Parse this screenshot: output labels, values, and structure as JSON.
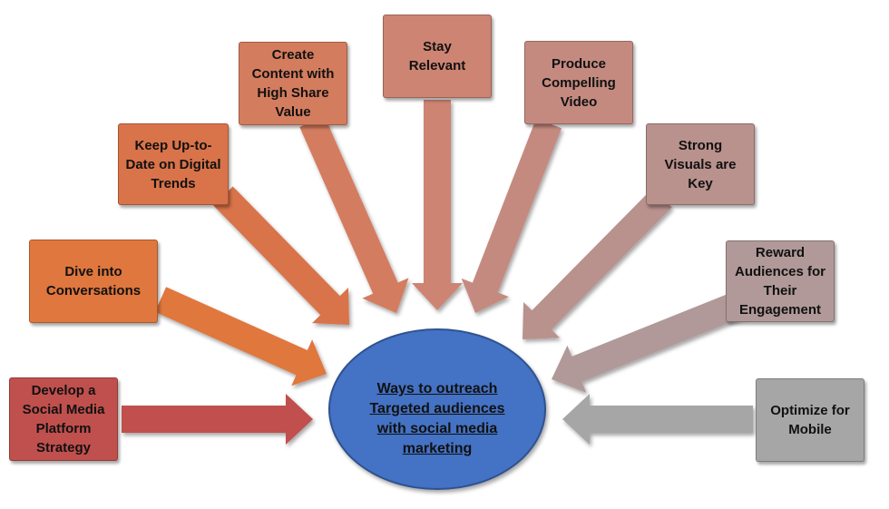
{
  "center": {
    "label": "Ways to outreach Targeted audiences with social media marketing",
    "color": "#4472c4"
  },
  "items": [
    {
      "label": "Develop a Social Media Platform Strategy",
      "color": "#c0504d"
    },
    {
      "label": "Dive into Conversations",
      "color": "#e0773e"
    },
    {
      "label": "Keep Up-to-Date on Digital Trends",
      "color": "#d9734a"
    },
    {
      "label": "Create Content with High Share Value",
      "color": "#d47c5e"
    },
    {
      "label": "Stay Relevant",
      "color": "#cd8473"
    },
    {
      "label": "Produce Compelling Video",
      "color": "#c48a80"
    },
    {
      "label": "Strong Visuals are Key",
      "color": "#b9918d"
    },
    {
      "label": "Reward Audiences for Their Engagement",
      "color": "#b09998"
    },
    {
      "label": "Optimize for Mobile",
      "color": "#a6a6a6"
    }
  ]
}
